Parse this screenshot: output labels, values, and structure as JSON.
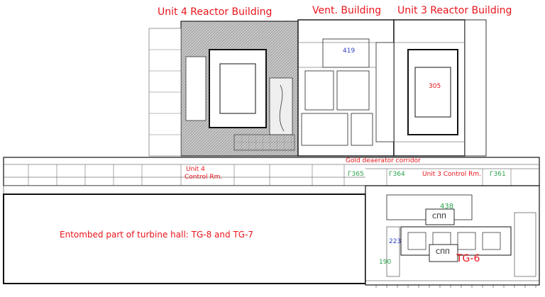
{
  "labels": {
    "unit4_reactor": "Unit 4 Reactor Building",
    "vent_building": "Vent. Building",
    "unit3_reactor": "Unit 3 Reactor Building",
    "unit4_control_1": "Unit 4",
    "unit4_control_2": "Control Rm.",
    "deaerator": "Gold deaerator corridor",
    "unit3_control": "Unit 3 Control Rm.",
    "entombed": "Entombed part of turbine hall: TG-8 and TG-7",
    "tg6": "TG-6"
  },
  "rooms": {
    "g365": "Г365",
    "g364": "Г364",
    "g361": "Г361",
    "r438": "438",
    "spp1": "СПП",
    "spp2": "СПП",
    "r190": "190",
    "r223": "223",
    "r419": "419",
    "r305": "305"
  },
  "colors": {
    "label_red": "#e8141b",
    "room_green": "#2aa24a",
    "room_blue": "#2b3fbf",
    "wall": "#1a1a1a",
    "hatch": "#9a9a9a"
  }
}
